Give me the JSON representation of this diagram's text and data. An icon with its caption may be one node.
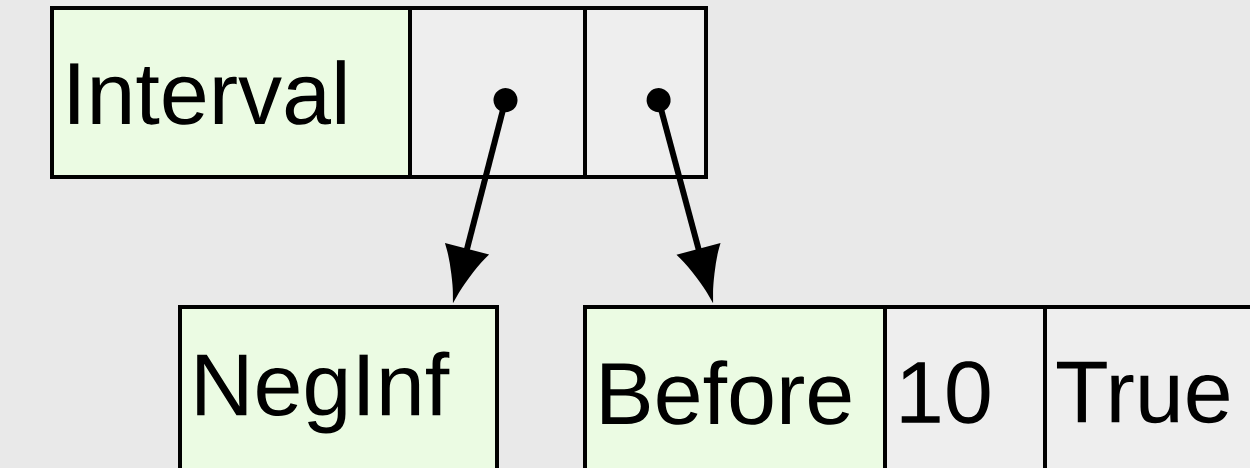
{
  "diagram": {
    "nodes": [
      {
        "text": [
          "Interval"
        ]
      },
      {
        "text": [],
        "shape": "box"
      },
      {
        "text": [],
        "shape": "box"
      },
      {
        "text": [
          "NegInf"
        ]
      },
      {
        "text": [
          "Before"
        ]
      },
      {
        "text": [
          "10"
        ]
      },
      {
        "text": [
          "True"
        ]
      }
    ],
    "edges": [
      {
        "from": 1,
        "to": 3,
        "arrow": "to"
      },
      {
        "from": 2,
        "to": 4,
        "arrow": "to"
      }
    ]
  }
}
